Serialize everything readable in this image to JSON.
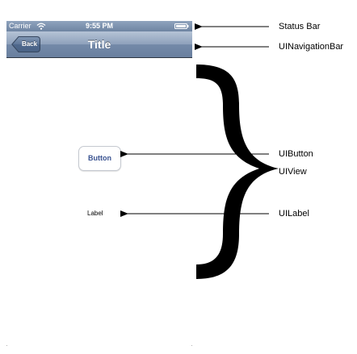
{
  "status_bar": {
    "carrier": "Carrier",
    "time": "9:55 PM",
    "wifi_icon": "wifi-icon",
    "battery_icon": "battery-icon"
  },
  "nav_bar": {
    "back_label": "Back",
    "title": "Title"
  },
  "content": {
    "button_label": "Button",
    "label_text": "Label"
  },
  "annotations": {
    "status_bar": "Status Bar",
    "nav_bar": "UINavigationBar",
    "button": "UIButton",
    "view": "UIView",
    "label": "UILabel"
  },
  "colors": {
    "status_bar": "#7d92af",
    "nav_bar": "#8ea1bb",
    "button_text": "#3a5391"
  }
}
